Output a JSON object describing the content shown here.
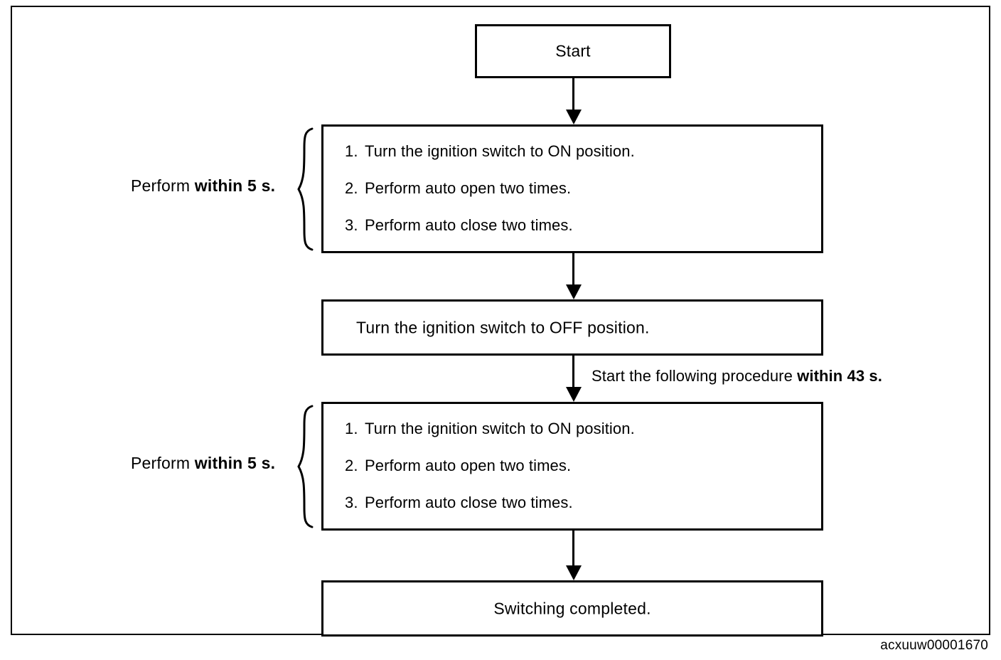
{
  "figure": {
    "code": "acxuuw00001670",
    "type": "flowchart"
  },
  "nodes": {
    "start": {
      "label": "Start"
    },
    "procedure_1": {
      "steps": [
        {
          "num": "1.",
          "text": "Turn the ignition switch to ON position."
        },
        {
          "num": "2.",
          "text": "Perform auto open two times."
        },
        {
          "num": "3.",
          "text": "Perform auto close two times."
        }
      ],
      "timing_prefix": "Perform ",
      "timing_emphasis": "within 5 s."
    },
    "ignition_off": {
      "label": "Turn the ignition switch to OFF position."
    },
    "procedure_2": {
      "steps": [
        {
          "num": "1.",
          "text": "Turn the ignition switch to ON position."
        },
        {
          "num": "2.",
          "text": "Perform auto open two times."
        },
        {
          "num": "3.",
          "text": "Perform auto close two times."
        }
      ],
      "timing_prefix": "Perform ",
      "timing_emphasis": "within 5 s."
    },
    "completed": {
      "label": "Switching completed."
    }
  },
  "annotations": {
    "between_off_and_proc2": {
      "prefix": "Start the following procedure ",
      "emphasis": "within 43 s."
    }
  },
  "colors": {
    "stroke": "#000000",
    "background": "#ffffff"
  }
}
